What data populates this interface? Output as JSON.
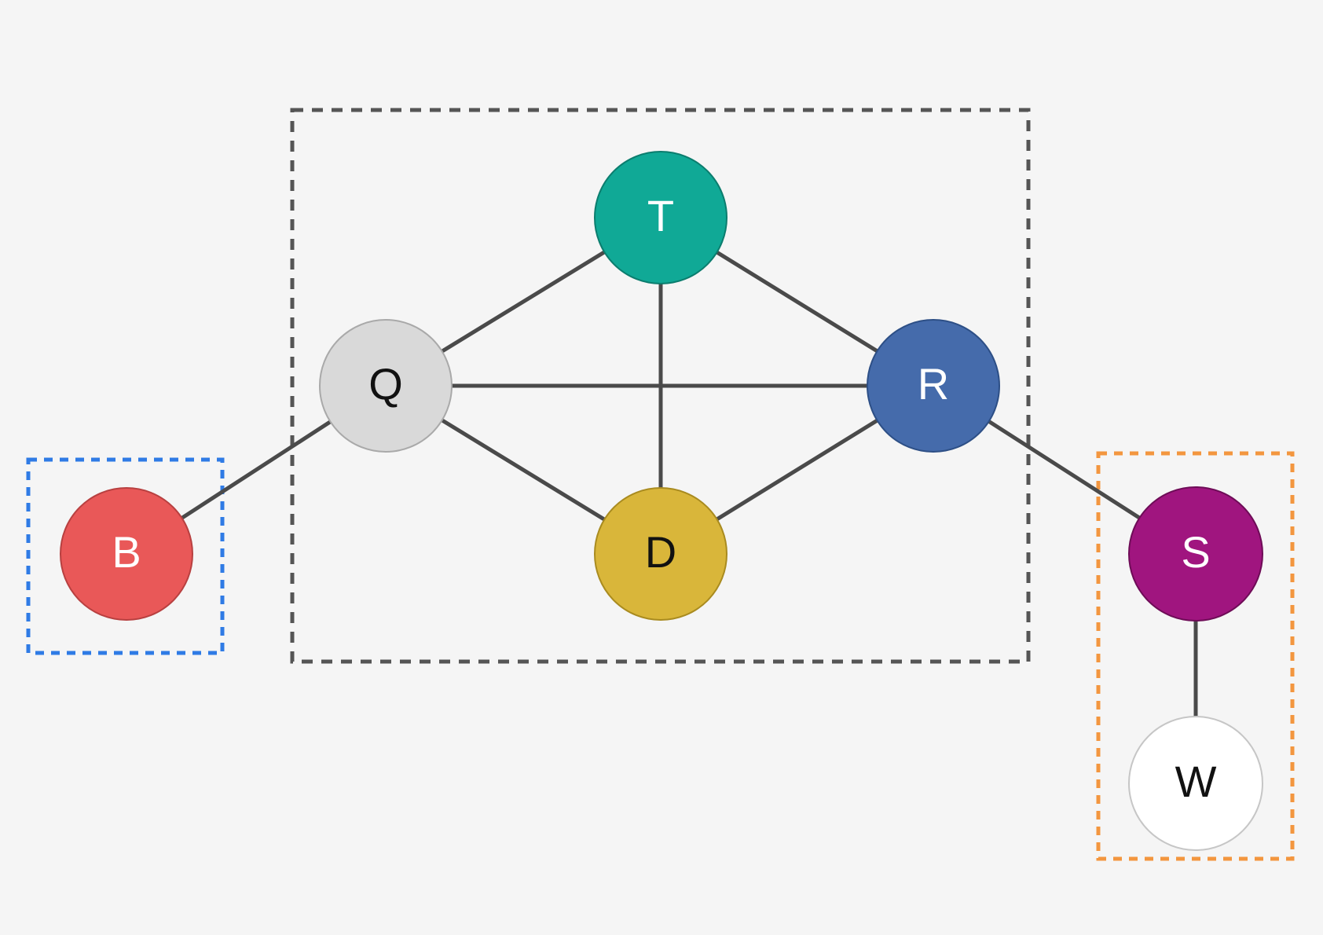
{
  "diagram": {
    "background": "#f5f5f5",
    "edge_color": "#4a4a4a",
    "nodes": [
      {
        "id": "T",
        "label": "T",
        "fill": "#10a996",
        "stroke": "#0b7d6e",
        "text_color": "#ffffff"
      },
      {
        "id": "Q",
        "label": "Q",
        "fill": "#d9d9d9",
        "stroke": "#a9a9a9",
        "text_color": "#111111"
      },
      {
        "id": "R",
        "label": "R",
        "fill": "#456bab",
        "stroke": "#2d4f86",
        "text_color": "#ffffff"
      },
      {
        "id": "D",
        "label": "D",
        "fill": "#d9b63a",
        "stroke": "#a98b1f",
        "text_color": "#111111"
      },
      {
        "id": "B",
        "label": "B",
        "fill": "#e95858",
        "stroke": "#b84040",
        "text_color": "#ffffff"
      },
      {
        "id": "S",
        "label": "S",
        "fill": "#a0157f",
        "stroke": "#6e0c57",
        "text_color": "#ffffff"
      },
      {
        "id": "W",
        "label": "W",
        "fill": "#ffffff",
        "stroke": "#c6c6c6",
        "text_color": "#111111"
      }
    ],
    "edges": [
      {
        "from": "Q",
        "to": "T"
      },
      {
        "from": "T",
        "to": "R"
      },
      {
        "from": "T",
        "to": "D"
      },
      {
        "from": "Q",
        "to": "R"
      },
      {
        "from": "Q",
        "to": "D"
      },
      {
        "from": "R",
        "to": "D"
      },
      {
        "from": "B",
        "to": "Q"
      },
      {
        "from": "R",
        "to": "S"
      },
      {
        "from": "S",
        "to": "W"
      }
    ],
    "groups": [
      {
        "id": "core",
        "members": [
          "T",
          "Q",
          "R",
          "D"
        ],
        "border_color": "#555555"
      },
      {
        "id": "left",
        "members": [
          "B"
        ],
        "border_color": "#2f7be5"
      },
      {
        "id": "right",
        "members": [
          "S",
          "W"
        ],
        "border_color": "#f3963f"
      }
    ]
  }
}
